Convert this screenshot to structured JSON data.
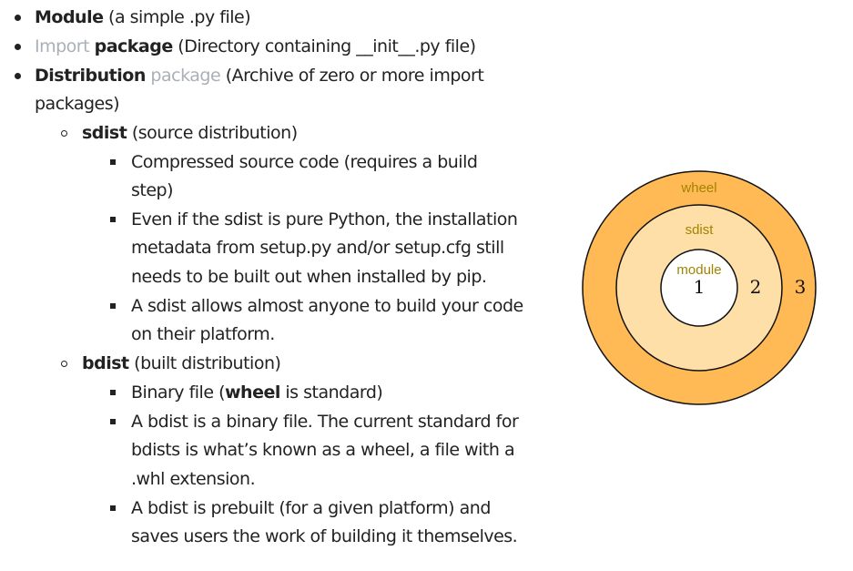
{
  "list": {
    "module": {
      "name": "Module",
      "desc": "(a simple .py file)"
    },
    "import_package": {
      "link": "Import",
      "name": "package",
      "desc": "(Directory containing __init__.py file)"
    },
    "distribution_package": {
      "name": "Distribution",
      "link": "package",
      "desc_line1": "(Archive of zero or more import",
      "desc_line2": "packages)"
    },
    "sdist": {
      "name": "sdist",
      "desc": "(source distribution)",
      "items": [
        [
          "Compressed source code (requires a build",
          "step)"
        ],
        [
          "Even if the sdist is pure Python, the installation",
          "metadata from setup.py and/or setup.cfg still",
          "needs to be built out when installed by pip."
        ],
        [
          "A sdist allows almost anyone to build your code",
          "on their platform."
        ]
      ]
    },
    "bdist": {
      "name": "bdist",
      "desc": "(built distribution)",
      "item1": {
        "before": "Binary file (",
        "bold": "wheel",
        "after": " is standard)"
      },
      "items": [
        [
          "A bdist is a binary file. The current standard for",
          "bdists is what’s known as a wheel, a file with a",
          ".whl extension."
        ],
        [
          "A bdist is prebuilt (for a given platform) and",
          "saves users the work of building it themselves."
        ]
      ]
    }
  },
  "diagram": {
    "outer_label": "wheel",
    "middle_label": "sdist",
    "inner_label": "module",
    "inner_number": "1",
    "middle_number": "2",
    "outer_number": "3",
    "colors": {
      "outer": "#ffba55",
      "middle": "#ffdfa8",
      "inner": "#ffffff",
      "stroke": "#111111",
      "label": "#a08400"
    }
  }
}
